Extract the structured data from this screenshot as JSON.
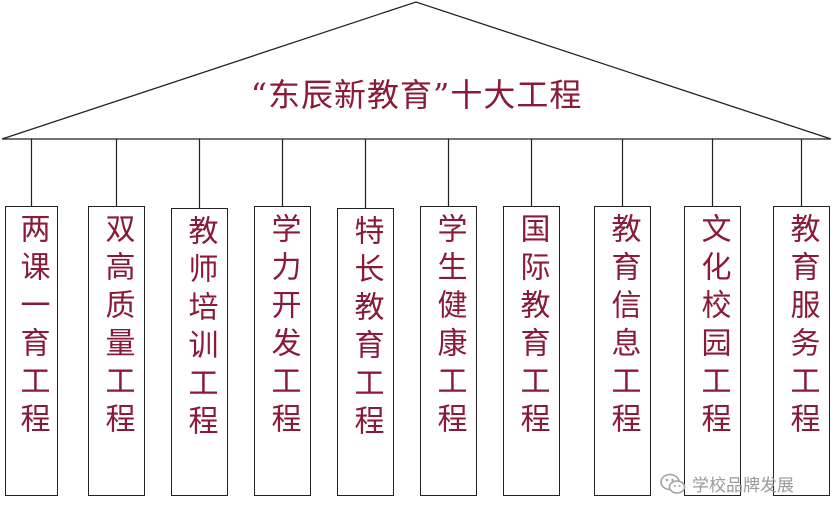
{
  "title": "“东辰新教育”十大工程",
  "pillars": [
    {
      "label": "两课一育工程"
    },
    {
      "label": "双高质量工程"
    },
    {
      "label": "教师培训工程"
    },
    {
      "label": "学力开发工程"
    },
    {
      "label": "特长教育工程"
    },
    {
      "label": "学生健康工程"
    },
    {
      "label": "国际教育工程"
    },
    {
      "label": "教育信息工程"
    },
    {
      "label": "文化校园工程"
    },
    {
      "label": "教育服务工程"
    }
  ],
  "watermark": {
    "text": "学校品牌发展",
    "icon": "wechat-icon"
  },
  "colors": {
    "text": "#8b1a3a",
    "line": "#222222",
    "watermark": "#9a9a9a"
  }
}
